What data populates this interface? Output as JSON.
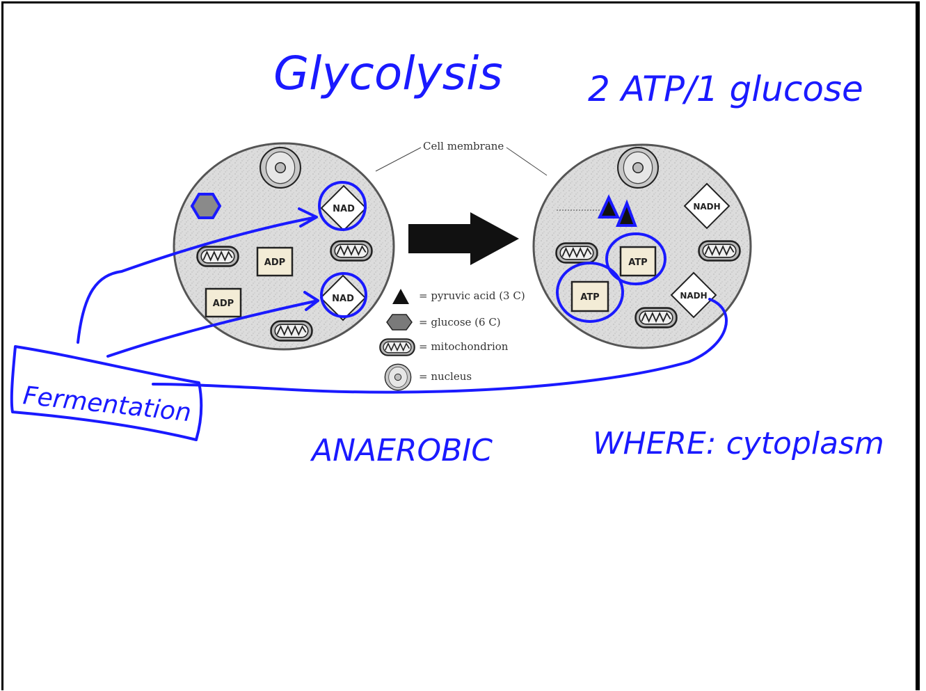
{
  "handwriting": {
    "title": "Glycolysis",
    "yield": "2 ATP/1 glucose",
    "fermentation": "Fermentation",
    "anaerobic": "ANAEROBIC",
    "where": "WHERE: cytoplasm"
  },
  "diagram": {
    "cell_membrane_label": "Cell membrane",
    "left_cell": {
      "nad_1": "NAD",
      "nad_2": "NAD",
      "adp_1": "ADP",
      "adp_2": "ADP"
    },
    "right_cell": {
      "nadh_1": "NADH",
      "nadh_2": "NADH",
      "atp_1": "ATP",
      "atp_2": "ATP"
    },
    "legend": {
      "pyruvic": "= pyruvic acid (3 C)",
      "glucose": "= glucose (6 C)",
      "mitochondrion": "= mitochondrion",
      "nucleus": "= nucleus"
    }
  },
  "colors": {
    "ink": "#1a1aff",
    "cell_fill": "#d9d9d9",
    "box_fill": "#f3ecd6"
  }
}
